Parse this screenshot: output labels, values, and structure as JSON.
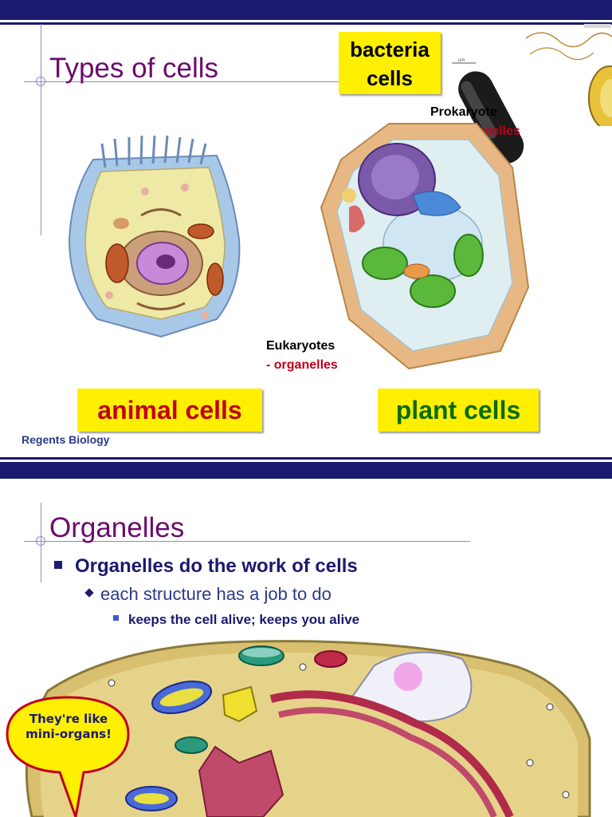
{
  "slide1": {
    "title": "Types of cells",
    "bacteria_label": "bacteria cells",
    "prokaryote_label": "Prokaryote",
    "prokaryote_note": "- no organelles",
    "eukaryotes_label": "Eukaryotes",
    "eukaryotes_note": "- organelles",
    "animal_label": "animal cells",
    "plant_label": "plant cells",
    "footer": "Regents Biology",
    "colors": {
      "title": "#6b0a6b",
      "animal_text": "#c0001a",
      "plant_text": "#0a6b0a",
      "label_box": "#ffef00",
      "bar": "#1a1a6e"
    }
  },
  "slide2": {
    "title": "Organelles",
    "bullet1": "Organelles do the work of cells",
    "bullet2": "each structure has a job to do",
    "bullet3": "keeps the cell alive; keeps you alive",
    "bubble": "They're like mini-organs!"
  }
}
